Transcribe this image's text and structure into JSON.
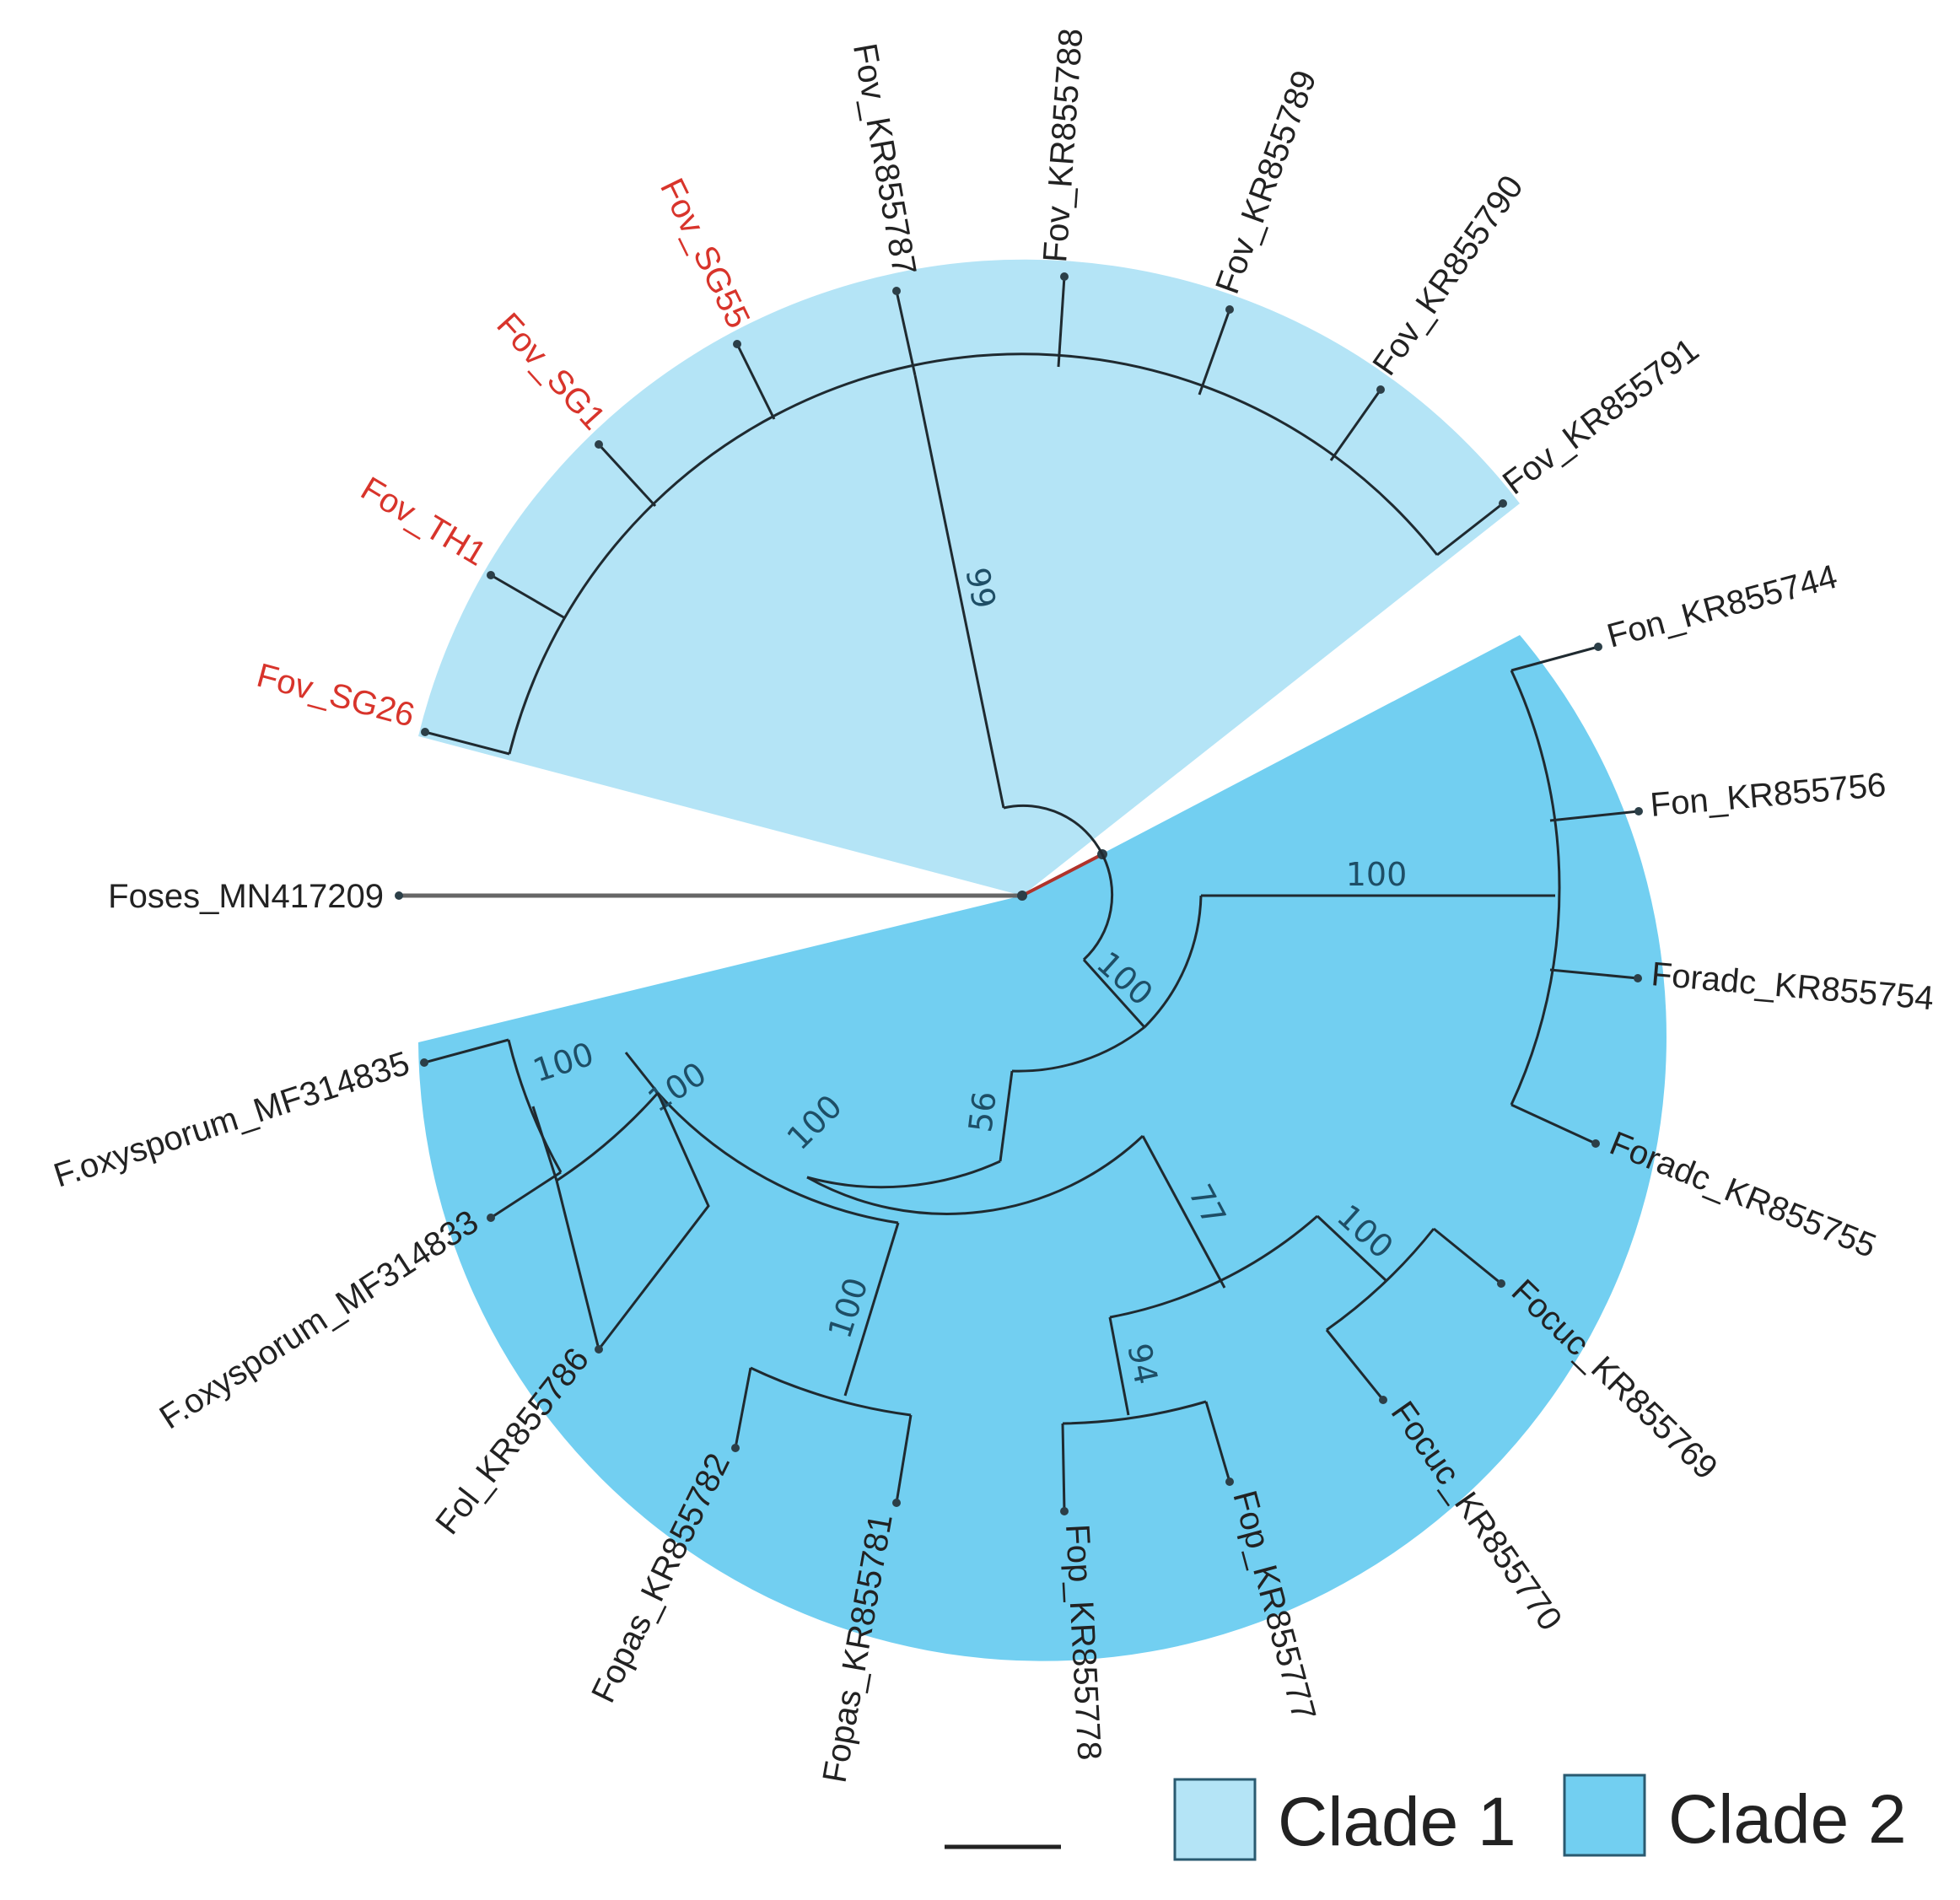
{
  "colors": {
    "clade_1": "#b4e4f6",
    "clade_2": "#72cff1",
    "highlight_label": "#d8342b",
    "outgroup_branch": "#666666",
    "root_branch": "#b0332b"
  },
  "outgroup": {
    "label": "Foses_MN417209"
  },
  "clade_1": {
    "legend_label": "Clade 1",
    "tips": [
      {
        "label": "Fov_SG26",
        "highlight": true
      },
      {
        "label": "Fov_TH1",
        "highlight": true
      },
      {
        "label": "Fov_SG1",
        "highlight": true
      },
      {
        "label": "Fov_SG55",
        "highlight": true
      },
      {
        "label": "Fov_KR855787",
        "highlight": false
      },
      {
        "label": "Fov_KR855788",
        "highlight": false
      },
      {
        "label": "Fov_KR855789",
        "highlight": false
      },
      {
        "label": "Fov_KR855790",
        "highlight": false
      },
      {
        "label": "Fov_KR855791",
        "highlight": false
      }
    ],
    "bootstrap": [
      "99"
    ]
  },
  "clade_2": {
    "legend_label": "Clade 2",
    "tips": [
      {
        "label": "Fon_KR855744"
      },
      {
        "label": "Fon_KR855756"
      },
      {
        "label": "Foradc_KR855754"
      },
      {
        "label": "Foradc_KR855755"
      },
      {
        "label": "Focuc_KR855769"
      },
      {
        "label": "Focuc_KR855770"
      },
      {
        "label": "Fop_KR855777"
      },
      {
        "label": "Fop_KR855778"
      },
      {
        "label": "Fopas_KR855781"
      },
      {
        "label": "Fopas_KR855782"
      },
      {
        "label": "Fol_KR855786"
      },
      {
        "label": "F.oxysporum_MF314833"
      },
      {
        "label": "F.oxysporum_MF314835"
      }
    ],
    "bootstrap": [
      "100",
      "100",
      "56",
      "77",
      "100",
      "94",
      "100",
      "100",
      "100",
      "100"
    ]
  }
}
